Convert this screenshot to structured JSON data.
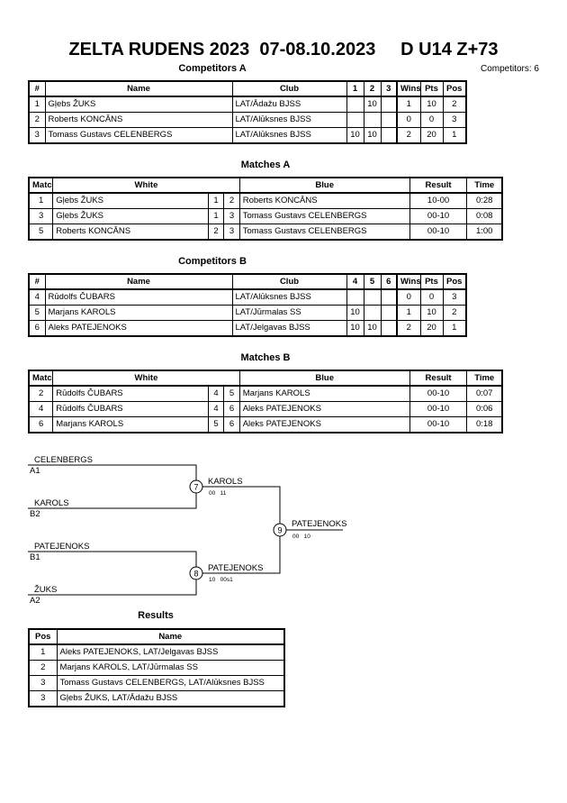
{
  "header": {
    "title": "ZELTA RUDENS 2023  07-08.10.2023     D U14 Z+73",
    "competitors_count": "Competitors: 6"
  },
  "competitors_a": {
    "title": "Competitors A",
    "headers": [
      "#",
      "Name",
      "Club",
      "1",
      "2",
      "3",
      "Wins",
      "Pts",
      "Pos"
    ],
    "rows": [
      [
        "1",
        "Gļebs ŽUKS",
        "LAT/Ādažu BJSS",
        "",
        "10",
        "",
        "1",
        "10",
        "2"
      ],
      [
        "2",
        "Roberts KONCĀNS",
        "LAT/Alūksnes BJSS",
        "",
        "",
        "",
        "0",
        "0",
        "3"
      ],
      [
        "3",
        "Tomass Gustavs CELENBERGS",
        "LAT/Alūksnes BJSS",
        "10",
        "10",
        "",
        "2",
        "20",
        "1"
      ]
    ]
  },
  "matches_a": {
    "title": "Matches A",
    "headers": [
      "Match",
      "White",
      "Blue",
      "Result",
      "Time"
    ],
    "rows": [
      [
        "1",
        "Gļebs ŽUKS",
        "1",
        "2",
        "Roberts KONCĀNS",
        "10-00",
        "0:28"
      ],
      [
        "3",
        "Gļebs ŽUKS",
        "1",
        "3",
        "Tomass Gustavs CELENBERGS",
        "00-10",
        "0:08"
      ],
      [
        "5",
        "Roberts KONCĀNS",
        "2",
        "3",
        "Tomass Gustavs CELENBERGS",
        "00-10",
        "1:00"
      ]
    ]
  },
  "competitors_b": {
    "title": "Competitors B",
    "headers": [
      "#",
      "Name",
      "Club",
      "4",
      "5",
      "6",
      "Wins",
      "Pts",
      "Pos"
    ],
    "rows": [
      [
        "4",
        "Rūdolfs ČUBARS",
        "LAT/Alūksnes BJSS",
        "",
        "",
        "",
        "0",
        "0",
        "3"
      ],
      [
        "5",
        "Marjans KAROLS",
        "LAT/Jūrmalas SS",
        "10",
        "",
        "",
        "1",
        "10",
        "2"
      ],
      [
        "6",
        "Aleks PATEJENOKS",
        "LAT/Jelgavas BJSS",
        "10",
        "10",
        "",
        "2",
        "20",
        "1"
      ]
    ]
  },
  "matches_b": {
    "title": "Matches B",
    "headers": [
      "Match",
      "White",
      "Blue",
      "Result",
      "Time"
    ],
    "rows": [
      [
        "2",
        "Rūdolfs ČUBARS",
        "4",
        "5",
        "Marjans KAROLS",
        "00-10",
        "0:07"
      ],
      [
        "4",
        "Rūdolfs ČUBARS",
        "4",
        "6",
        "Aleks PATEJENOKS",
        "00-10",
        "0:06"
      ],
      [
        "6",
        "Marjans KAROLS",
        "5",
        "6",
        "Aleks PATEJENOKS",
        "00-10",
        "0:18"
      ]
    ]
  },
  "bracket": {
    "semi1": {
      "top_name": "CELENBERGS",
      "top_seed": "A1",
      "bottom_name": "KAROLS",
      "bottom_seed": "B2",
      "match_no": "7",
      "winner": "KAROLS",
      "score": "00   11"
    },
    "semi2": {
      "top_name": "PATEJENOKS",
      "top_seed": "B1",
      "bottom_name": "ŽUKS",
      "bottom_seed": "A2",
      "match_no": "8",
      "winner": "PATEJENOKS",
      "score": "10   00s1"
    },
    "final": {
      "match_no": "9",
      "winner": "PATEJENOKS",
      "score": "00   10"
    }
  },
  "results": {
    "title": "Results",
    "headers": [
      "Pos",
      "Name"
    ],
    "rows": [
      [
        "1",
        "Aleks PATEJENOKS, LAT/Jelgavas BJSS"
      ],
      [
        "2",
        "Marjans KAROLS, LAT/Jūrmalas SS"
      ],
      [
        "3",
        "Tomass Gustavs CELENBERGS, LAT/Alūksnes BJSS"
      ],
      [
        "3",
        "Gļebs ŽUKS, LAT/Ādažu BJSS"
      ]
    ]
  }
}
